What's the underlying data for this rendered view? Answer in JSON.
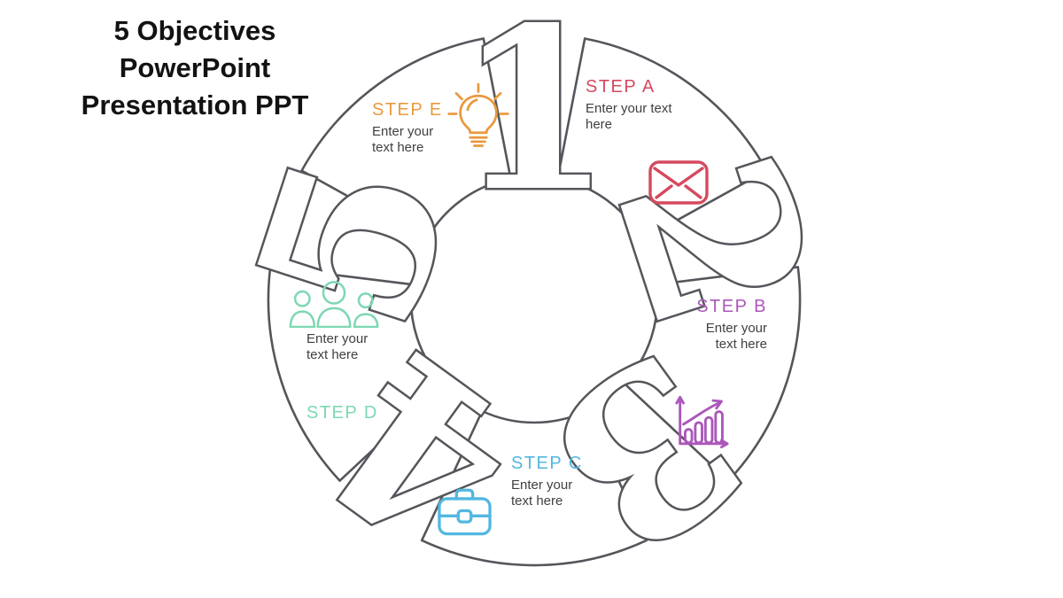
{
  "title": "5 Objectives PowerPoint Presentation PPT",
  "colors": {
    "outline": "#55565b",
    "body_text": "#3f4043",
    "title_text": "#121212",
    "step_a": "#d5495f",
    "step_b": "#ab57ba",
    "step_c": "#52b7e0",
    "step_d": "#7dd8b2",
    "step_e": "#e9993f"
  },
  "diagram": {
    "numbers": [
      "1",
      "2",
      "3",
      "4",
      "5"
    ],
    "steps": [
      {
        "id": "A",
        "label": "STEP A",
        "placeholder": "Enter your text here",
        "color": "#d5495f",
        "icon": "envelope-icon"
      },
      {
        "id": "B",
        "label": "STEP B",
        "placeholder": "Enter your text here",
        "color": "#ab57ba",
        "icon": "bar-chart-icon"
      },
      {
        "id": "C",
        "label": "STEP C",
        "placeholder": "Enter your text here",
        "color": "#52b7e0",
        "icon": "briefcase-icon"
      },
      {
        "id": "D",
        "label": "STEP D",
        "placeholder": "Enter your text here",
        "color": "#7dd8b2",
        "icon": "people-icon"
      },
      {
        "id": "E",
        "label": "STEP E",
        "placeholder": "Enter your text here",
        "color": "#e9993f",
        "icon": "lightbulb-icon"
      }
    ]
  }
}
